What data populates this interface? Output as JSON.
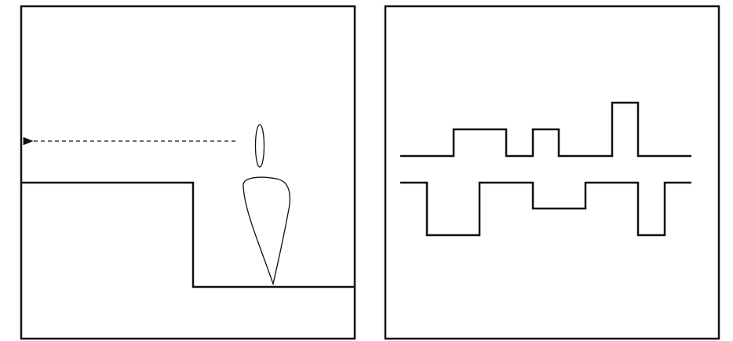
{
  "figure": {
    "panels": [
      {
        "id": "left",
        "contents": [
          "step-profile",
          "probe-tip",
          "scan-direction-arrow",
          "detached-ellipse"
        ]
      },
      {
        "id": "right",
        "contents": [
          "upper-pulse-trace",
          "lower-pulse-trace"
        ]
      }
    ],
    "colors": {
      "line": "#111111",
      "background": "#ffffff"
    }
  }
}
